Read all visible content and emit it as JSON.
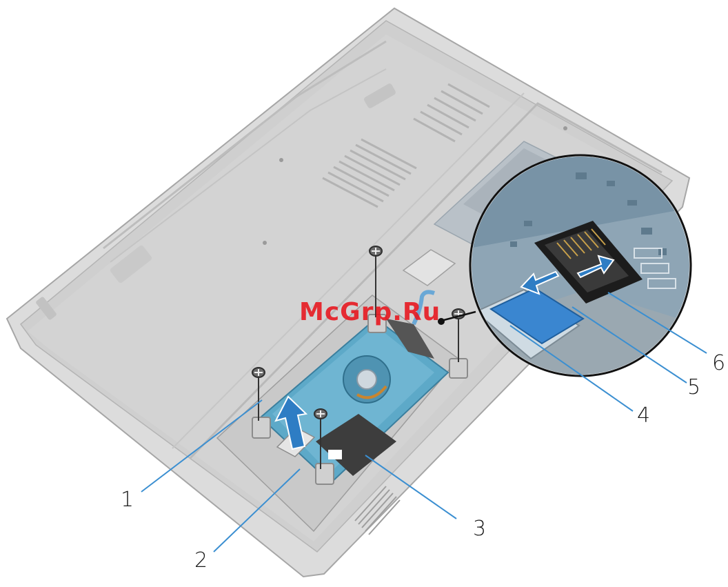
{
  "callouts": [
    {
      "number": "1"
    },
    {
      "number": "2"
    },
    {
      "number": "3"
    },
    {
      "number": "4"
    },
    {
      "number": "5"
    },
    {
      "number": "6"
    }
  ],
  "watermark": {
    "text": "McGrp.Ru",
    "color": "#e8141c"
  },
  "colors": {
    "chassis": "#d6d6d6",
    "chassis_edge": "#a8a8a8",
    "drive_plate": "#5ba7c7",
    "callout_line": "#3b8fd1",
    "arrow": "#2e7dc4",
    "board": "#8fa6b6"
  }
}
